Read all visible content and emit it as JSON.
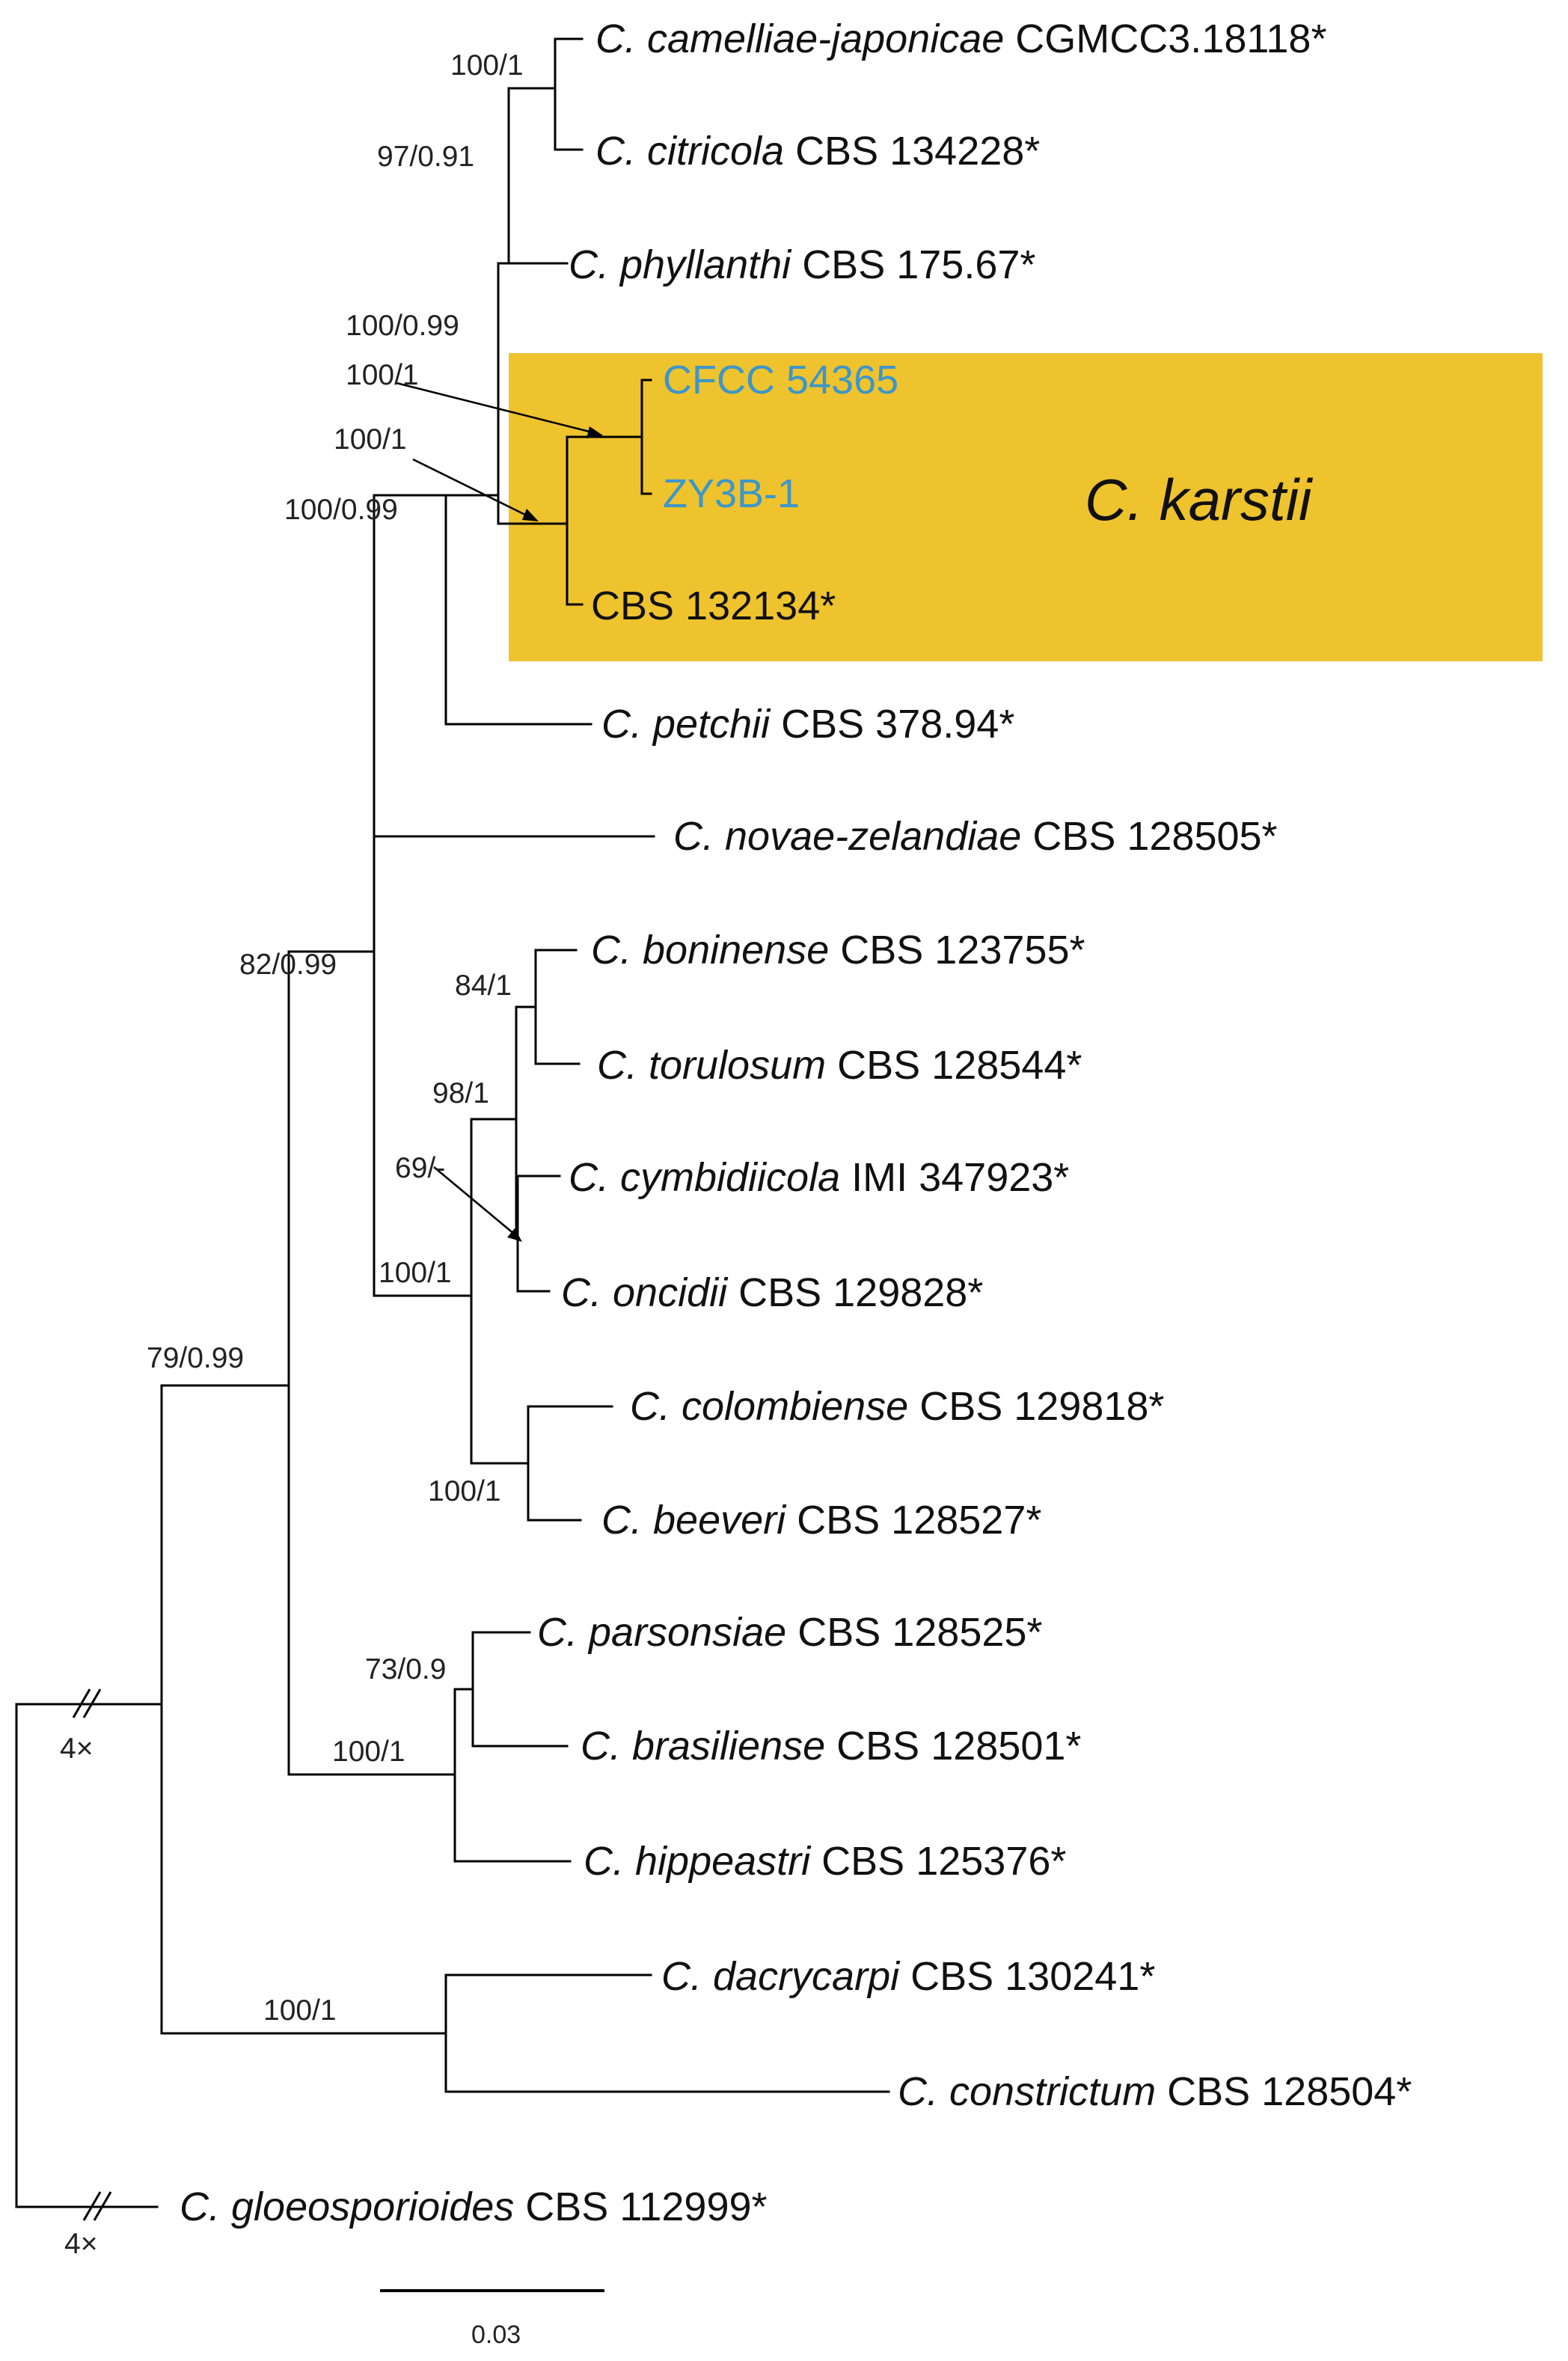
{
  "highlight": {
    "clade_label": "C. karstii",
    "color": "#eec32e"
  },
  "taxa": {
    "camelliae_japonicae": {
      "epithet": "C. camelliae-japonicae",
      "strain": "CGMCC3.18118*"
    },
    "citricola": {
      "epithet": "C. citricola",
      "strain": "CBS 134228*"
    },
    "phyllanthi": {
      "epithet": "C. phyllanthi",
      "strain": "CBS 175.67*"
    },
    "cfcc": {
      "strain": "CFCC 54365"
    },
    "zy3b": {
      "strain": "ZY3B-1"
    },
    "karstii_type": {
      "strain": "CBS 132134*"
    },
    "petchii": {
      "epithet": "C. petchii",
      "strain": "CBS 378.94*"
    },
    "novae_zelandiae": {
      "epithet": "C. novae-zelandiae",
      "strain": "CBS 128505*"
    },
    "boninense": {
      "epithet": "C. boninense",
      "strain": "CBS 123755*"
    },
    "torulosum": {
      "epithet": "C. torulosum",
      "strain": "CBS 128544*"
    },
    "cymbidiicola": {
      "epithet": "C. cymbidiicola",
      "strain": "IMI 347923*"
    },
    "oncidii": {
      "epithet": "C. oncidii",
      "strain": "CBS 129828*"
    },
    "colombiense": {
      "epithet": "C. colombiense",
      "strain": "CBS 129818*"
    },
    "beeveri": {
      "epithet": "C. beeveri",
      "strain": "CBS 128527*"
    },
    "parsonsiae": {
      "epithet": "C. parsonsiae",
      "strain": "CBS 128525*"
    },
    "brasiliense": {
      "epithet": "C. brasiliense",
      "strain": "CBS 128501*"
    },
    "hippeastri": {
      "epithet": "C. hippeastri",
      "strain": "CBS 125376*"
    },
    "dacrycarpi": {
      "epithet": "C. dacrycarpi",
      "strain": "CBS 130241*"
    },
    "constrictum": {
      "epithet": "C. constrictum",
      "strain": "CBS 128504*"
    },
    "gloeosporioides": {
      "epithet": "C. gloeosporioides",
      "strain": "CBS 112999*"
    }
  },
  "support": {
    "cam_cit": "100/1",
    "cam_cit_phy": "97/0.91",
    "upper_group": "100/0.99",
    "cfcc_zy3b": "100/1",
    "karstii_clade": "100/1",
    "karstii_with_upper": "100/0.99",
    "bon_tor": "84/1",
    "bon_to_onc": "98/1",
    "cym_onc": "69/-",
    "bon_col_group": "100/1",
    "col_bee": "100/1",
    "par_bra": "73/0.9",
    "par_hip": "100/1",
    "main_clade": "82/0.99",
    "ingroup": "79/0.99",
    "dac_con": "100/1"
  },
  "breaks": {
    "ingroup_branch": "4×",
    "outgroup_branch": "4×"
  },
  "scale_bar": {
    "label": "0.03"
  }
}
